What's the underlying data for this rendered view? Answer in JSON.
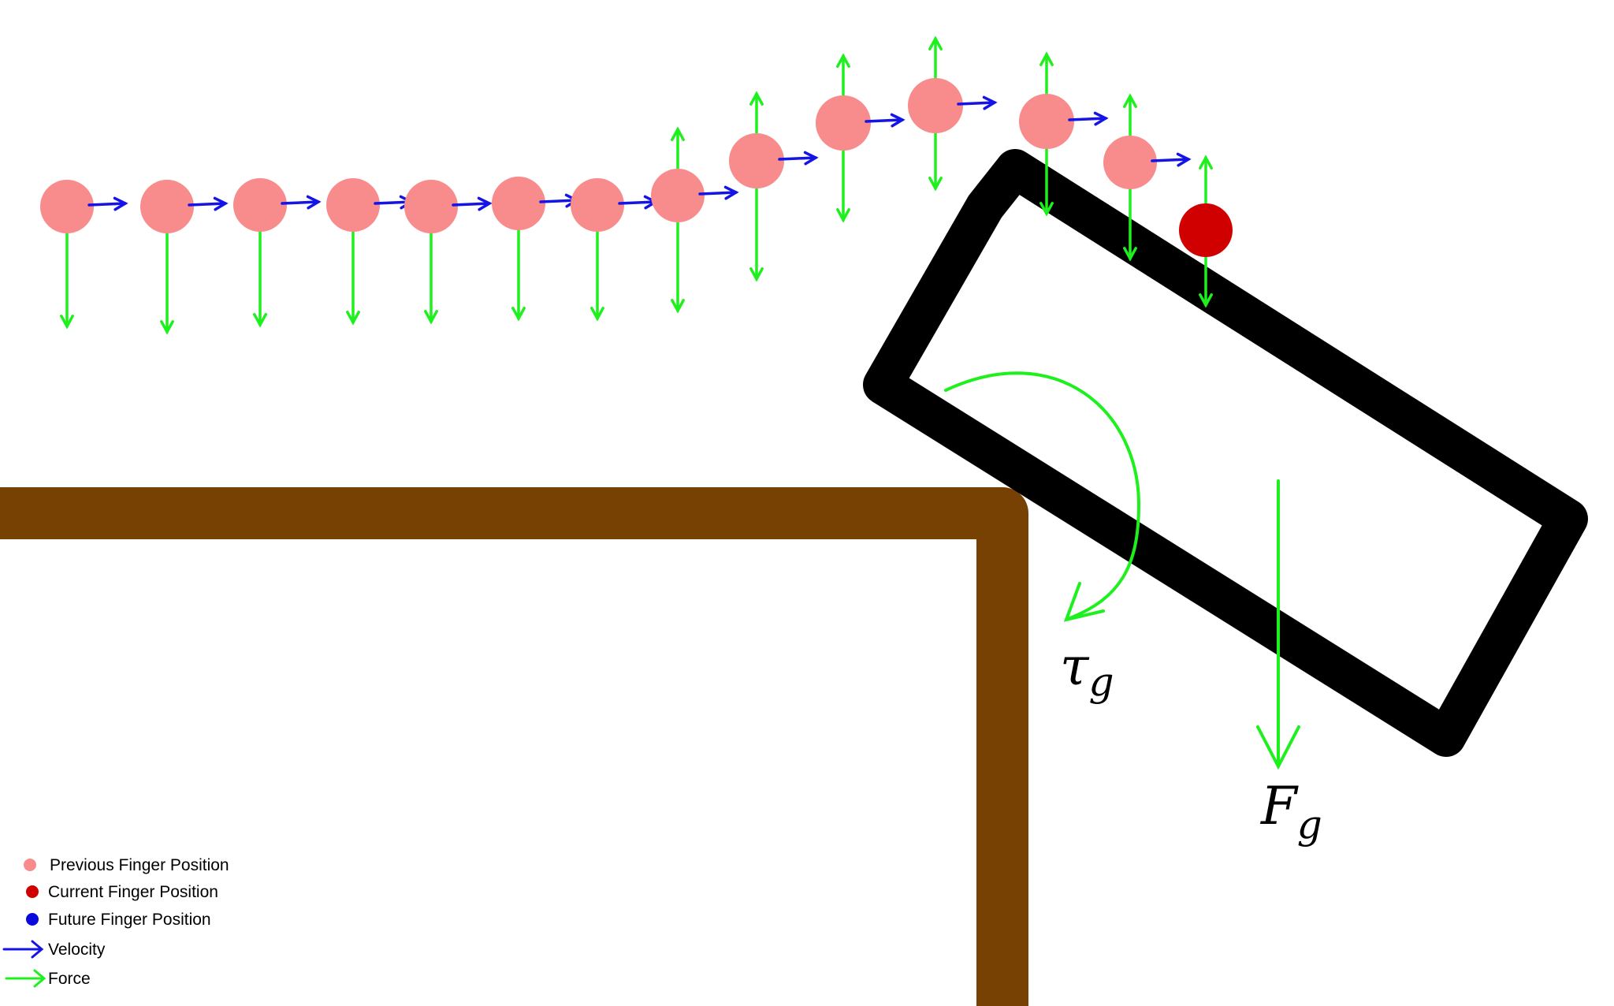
{
  "colors": {
    "previous_finger": "#F88C8C",
    "current_finger": "#D10000",
    "future_finger": "#0A0ADC",
    "velocity": "#1414E6",
    "force": "#1EF01E",
    "box_outline": "#000000",
    "table": "#774103"
  },
  "labels": {
    "torque_symbol": "τ",
    "torque_subscript": "g",
    "gravity_symbol": "F",
    "gravity_subscript": "g"
  },
  "legend": {
    "previous": "Previous Finger Position",
    "current": "Current Finger Position",
    "future": "Future Finger Position",
    "velocity": "Velocity",
    "force": "Force"
  },
  "icons": {
    "finger_marker": "circle",
    "velocity_marker": "right-arrow",
    "force_marker": "up-down-arrow"
  }
}
